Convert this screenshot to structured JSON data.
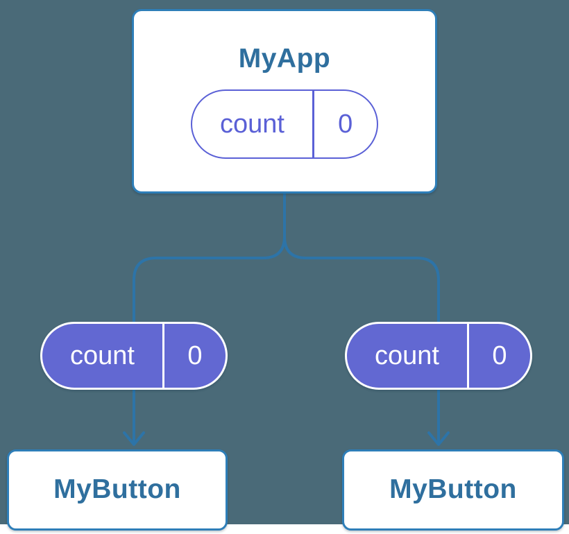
{
  "palette": {
    "backdrop": "#4a6a78",
    "box_border_blue": "#2e7eb8",
    "connector_blue": "#2d74a8",
    "component_text_blue": "#2f6f9e",
    "state_purple": "#5a60d6",
    "prop_pill_fill": "#6268d2",
    "surface_white": "#ffffff"
  },
  "tree": {
    "root": {
      "title": "MyApp",
      "state": {
        "name": "count",
        "value": "0"
      }
    },
    "children": [
      {
        "title": "MyButton",
        "prop": {
          "name": "count",
          "value": "0"
        }
      },
      {
        "title": "MyButton",
        "prop": {
          "name": "count",
          "value": "0"
        }
      }
    ]
  }
}
